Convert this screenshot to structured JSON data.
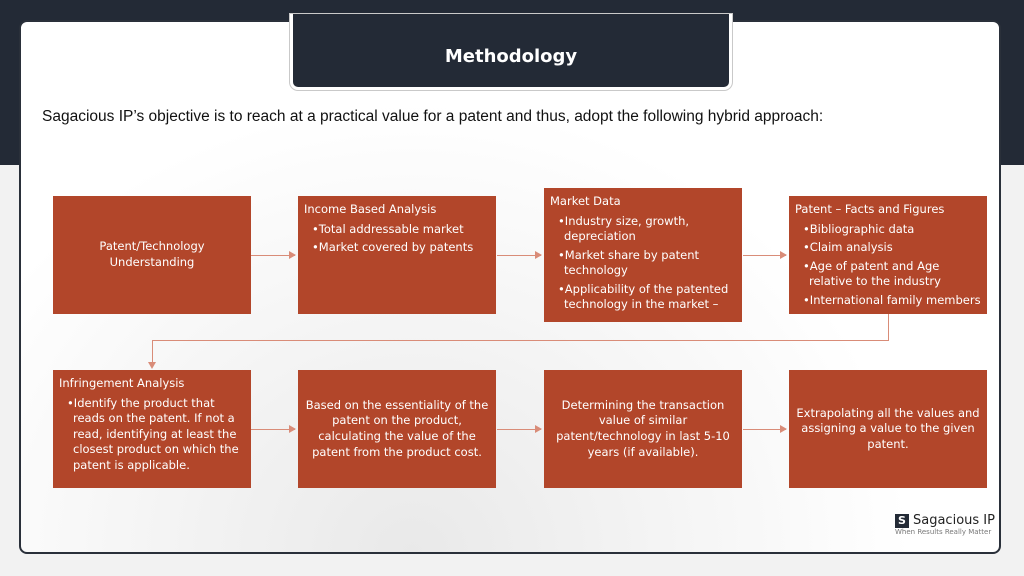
{
  "title": "Methodology",
  "intro": "Sagacious IP’s objective is to reach at a practical value for a patent and thus, adopt the following hybrid approach:",
  "box_color": "#b2462a",
  "boxes": {
    "b1": {
      "text": "Patent/Technology Understanding"
    },
    "b2": {
      "heading": "Income Based Analysis",
      "items": [
        "Total addressable market",
        "Market covered by patents"
      ]
    },
    "b3": {
      "heading": "Market Data",
      "items": [
        "Industry size, growth, depreciation",
        "Market share by patent technology",
        "Applicability of the patented technology in the market –"
      ]
    },
    "b4": {
      "heading": "Patent – Facts and Figures",
      "items": [
        "Bibliographic data",
        "Claim analysis",
        "Age of patent and Age relative to the industry",
        "International family members"
      ]
    },
    "b5": {
      "heading": "Infringement Analysis",
      "items": [
        "Identify the product that reads on the patent. If not a read, identifying at least the closest product on which the patent is applicable."
      ]
    },
    "b6": {
      "text": "Based on the essentiality of the patent on the product, calculating the value of the patent from the product cost."
    },
    "b7": {
      "text": "Determining the transaction value of similar patent/technology in last 5-10 years (if available)."
    },
    "b8": {
      "text": "Extrapolating all the values and assigning a value to the given patent."
    }
  },
  "logo": {
    "name": "Sagacious IP",
    "tagline": "When Results Really Matter"
  }
}
